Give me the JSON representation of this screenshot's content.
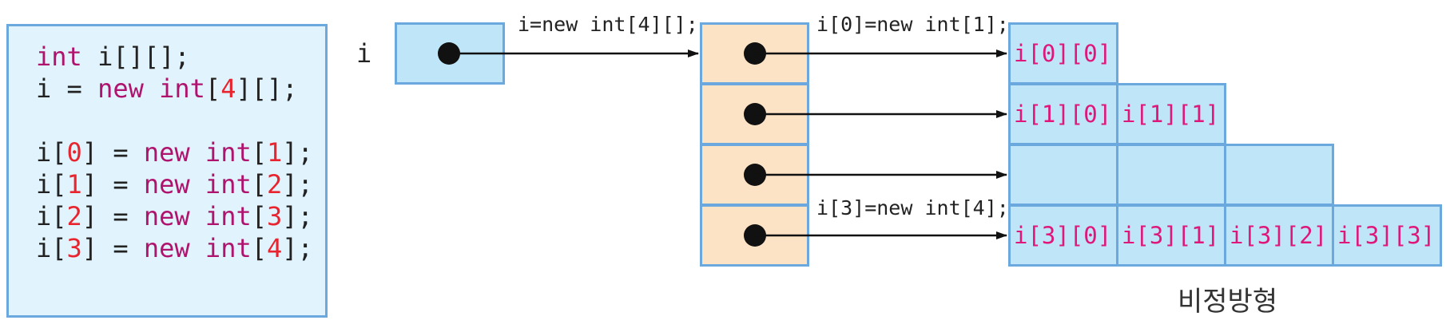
{
  "code": {
    "lines": [
      [
        {
          "t": "int",
          "c": "kw"
        },
        {
          "t": " i[][];",
          "c": ""
        }
      ],
      [
        {
          "t": "i = ",
          "c": ""
        },
        {
          "t": "new",
          "c": "kw"
        },
        {
          "t": " ",
          "c": ""
        },
        {
          "t": "int",
          "c": "kw"
        },
        {
          "t": "[",
          "c": ""
        },
        {
          "t": "4",
          "c": "num"
        },
        {
          "t": "][];",
          "c": ""
        }
      ],
      [],
      [
        {
          "t": "i[",
          "c": ""
        },
        {
          "t": "0",
          "c": "num"
        },
        {
          "t": "] = ",
          "c": ""
        },
        {
          "t": "new",
          "c": "kw"
        },
        {
          "t": " ",
          "c": ""
        },
        {
          "t": "int",
          "c": "kw"
        },
        {
          "t": "[",
          "c": ""
        },
        {
          "t": "1",
          "c": "num"
        },
        {
          "t": "];",
          "c": ""
        }
      ],
      [
        {
          "t": "i[",
          "c": ""
        },
        {
          "t": "1",
          "c": "num"
        },
        {
          "t": "] = ",
          "c": ""
        },
        {
          "t": "new",
          "c": "kw"
        },
        {
          "t": " ",
          "c": ""
        },
        {
          "t": "int",
          "c": "kw"
        },
        {
          "t": "[",
          "c": ""
        },
        {
          "t": "2",
          "c": "num"
        },
        {
          "t": "];",
          "c": ""
        }
      ],
      [
        {
          "t": "i[",
          "c": ""
        },
        {
          "t": "2",
          "c": "num"
        },
        {
          "t": "] = ",
          "c": ""
        },
        {
          "t": "new",
          "c": "kw"
        },
        {
          "t": " ",
          "c": ""
        },
        {
          "t": "int",
          "c": "kw"
        },
        {
          "t": "[",
          "c": ""
        },
        {
          "t": "3",
          "c": "num"
        },
        {
          "t": "];",
          "c": ""
        }
      ],
      [
        {
          "t": "i[",
          "c": ""
        },
        {
          "t": "3",
          "c": "num"
        },
        {
          "t": "] = ",
          "c": ""
        },
        {
          "t": "new",
          "c": "kw"
        },
        {
          "t": " ",
          "c": ""
        },
        {
          "t": "int",
          "c": "kw"
        },
        {
          "t": "[",
          "c": ""
        },
        {
          "t": "4",
          "c": "num"
        },
        {
          "t": "];",
          "c": ""
        }
      ]
    ]
  },
  "diagram": {
    "var_label": "i",
    "annotations": {
      "alloc_outer": "i=new int[4][];",
      "alloc_row0": "i[0]=new int[1];",
      "alloc_row3": "i[3]=new int[4];"
    },
    "rows": [
      {
        "cells": [
          "i[0][0]"
        ]
      },
      {
        "cells": [
          "i[1][0]",
          "i[1][1]"
        ]
      },
      {
        "cells": [
          "",
          "",
          ""
        ]
      },
      {
        "cells": [
          "i[3][0]",
          "i[3][1]",
          "i[3][2]",
          "i[3][3]"
        ]
      }
    ],
    "caption": "비정방형"
  },
  "colors": {
    "border": "#6aa8dd",
    "code_bg": "#e1f3fc",
    "cell_bg": "#bfe6f8",
    "row_ref_bg": "#fde3c6",
    "keyword": "#b0136e",
    "number": "#e8242e",
    "element_text": "#e0177a"
  }
}
